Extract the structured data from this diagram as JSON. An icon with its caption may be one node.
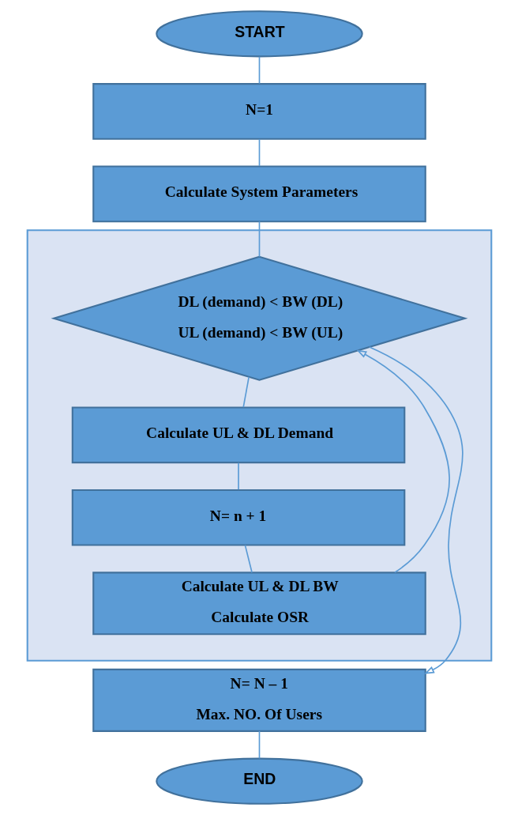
{
  "diagram": {
    "nodes": [
      {
        "text": [
          "START"
        ]
      },
      {
        "text": [
          "N=1"
        ]
      },
      {
        "text": [
          "Calculate System Parameters"
        ]
      },
      {
        "text": [],
        "shape": "box"
      },
      {
        "text": [
          "DL (demand) < BW (DL)",
          "UL (demand) < BW (UL)"
        ],
        "in": 3
      },
      {
        "text": [
          "Calculate UL & DL Demand"
        ],
        "in": 3
      },
      {
        "text": [
          "N= n + 1"
        ],
        "in": 3
      },
      {
        "text": [
          "Calculate UL & DL BW",
          "Calculate OSR"
        ],
        "in": 3
      },
      {
        "text": [
          "N= N – 1",
          "Max. NO. Of Users"
        ]
      },
      {
        "text": [
          "END"
        ]
      }
    ],
    "edges": [
      {
        "from": 0,
        "to": 1,
        "arrow": "none"
      },
      {
        "from": 1,
        "to": 2,
        "arrow": "none"
      },
      {
        "from": 2,
        "to": 4,
        "arrow": "none"
      },
      {
        "from": 4,
        "to": 5,
        "arrow": "none"
      },
      {
        "from": 5,
        "to": 6,
        "arrow": "none"
      },
      {
        "from": 6,
        "to": 7,
        "arrow": "none"
      },
      {
        "from": 7,
        "to": 4,
        "arrow": "to"
      },
      {
        "from": 4,
        "to": 8,
        "arrow": "to"
      },
      {
        "from": 8,
        "to": 9,
        "arrow": "none"
      }
    ]
  }
}
